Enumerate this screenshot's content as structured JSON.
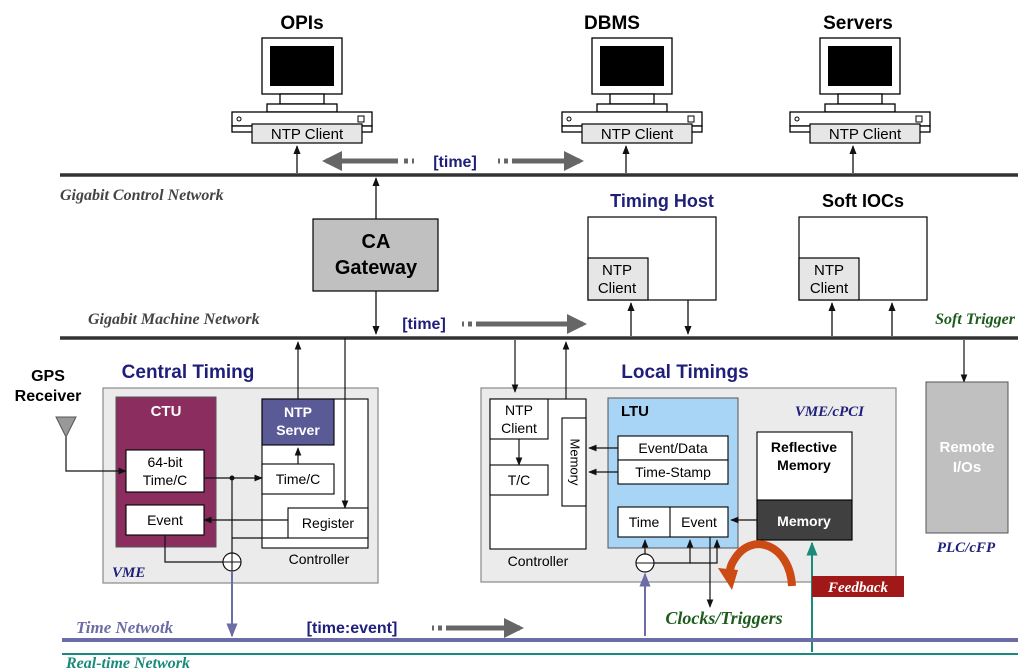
{
  "top": {
    "opis": "OPIs",
    "dbms": "DBMS",
    "servers": "Servers",
    "ntp_client": "NTP Client",
    "time_tag": "[time]"
  },
  "networks": {
    "control": "Gigabit Control Network",
    "machine": "Gigabit Machine Network",
    "time": "Time Netwotk",
    "realtime": "Real-time Network"
  },
  "ca_gateway": {
    "line1": "CA",
    "line2": "Gateway"
  },
  "timing_host": {
    "title": "Timing Host",
    "ntp1": "NTP",
    "ntp2": "Client"
  },
  "soft_iocs": {
    "title": "Soft IOCs",
    "ntp1": "NTP",
    "ntp2": "Client"
  },
  "machine_time_tag": "[time]",
  "soft_trigger": "Soft Trigger",
  "gps": {
    "line1": "GPS",
    "line2": "Receiver"
  },
  "central": {
    "title": "Central Timing",
    "ctu": "CTU",
    "time64_1": "64-bit",
    "time64_2": "Time/C",
    "event": "Event",
    "ntp_server1": "NTP",
    "ntp_server2": "Server",
    "timec": "Time/C",
    "register": "Register",
    "controller": "Controller",
    "vme": "VME"
  },
  "local": {
    "title": "Local Timings",
    "ntp1": "NTP",
    "ntp2": "Client",
    "tc": "T/C",
    "memory": "Memory",
    "controller": "Controller",
    "ltu": "LTU",
    "event_data": "Event/Data",
    "time_stamp": "Time-Stamp",
    "time": "Time",
    "event": "Event",
    "vme_cpci": "VME/cPCI",
    "reflective1": "Reflective",
    "reflective2": "Memory",
    "rm_memory": "Memory"
  },
  "remote": {
    "line1": "Remote",
    "line2": "I/Os",
    "plc": "PLC/cFP"
  },
  "feedback": "Feedback",
  "clocks_triggers": "Clocks/Triggers",
  "time_event_tag": "[time:event]",
  "colors": {
    "navy": "#1f1f7a",
    "network_line": "#333333",
    "time_network": "#6c6ca6",
    "realtime_network": "#1a8a7a",
    "ctu_fill": "#8b2d5e",
    "ltu_fill": "#a8d4f5",
    "ntp_server_fill": "#5a5a96",
    "gray_box": "#c0c0c0",
    "panel": "#ebebeb",
    "feedback_bg": "#a01818",
    "green_text": "#1d5c1d",
    "curved_arrow": "#cc4a14"
  }
}
